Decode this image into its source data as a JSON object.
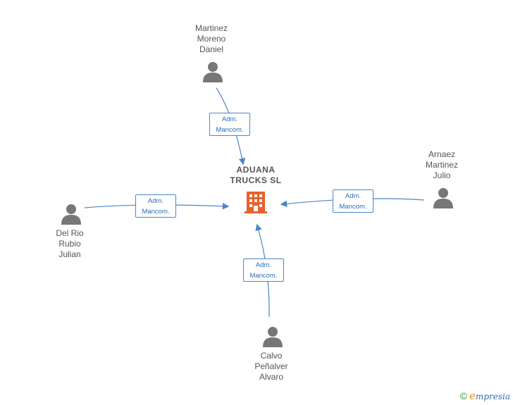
{
  "company": {
    "name": "ADUANA\nTRUCKS  SL"
  },
  "persons": [
    {
      "id": "top",
      "name": "Martinez\nMoreno\nDaniel"
    },
    {
      "id": "right",
      "name": "Arnaez\nMartinez\nJulio"
    },
    {
      "id": "left",
      "name": "Del Rio\nRubio\nJulian"
    },
    {
      "id": "bottom",
      "name": "Calvo\nPeñalver\nAlvaro"
    }
  ],
  "edges": [
    {
      "from": "top",
      "label": "Adm.\nMancom."
    },
    {
      "from": "right",
      "label": "Adm.\nMancom."
    },
    {
      "from": "left",
      "label": "Adm.\nMancom."
    },
    {
      "from": "bottom",
      "label": "Adm.\nMancom."
    }
  ],
  "colors": {
    "edge": "#4a86c8",
    "person": "#777777",
    "company": "#e8602c"
  },
  "footer": {
    "copyright": "©",
    "brand_initial": "e",
    "brand_rest": "mpresia"
  }
}
